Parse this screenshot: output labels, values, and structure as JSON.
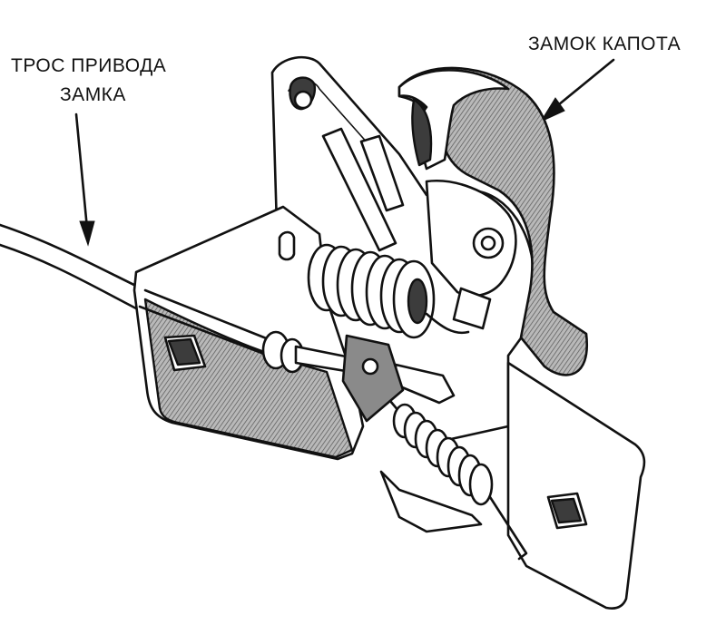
{
  "labels": {
    "cable_line1": "ТРОС ПРИВОДА",
    "cable_line2": "ЗАМКА",
    "hood_lock": "ЗАМОК КАПОТА"
  },
  "colors": {
    "ink": "#111111",
    "shade": "#8a8a8a",
    "dark_shade": "#3c3c3c",
    "paper": "#ffffff"
  }
}
